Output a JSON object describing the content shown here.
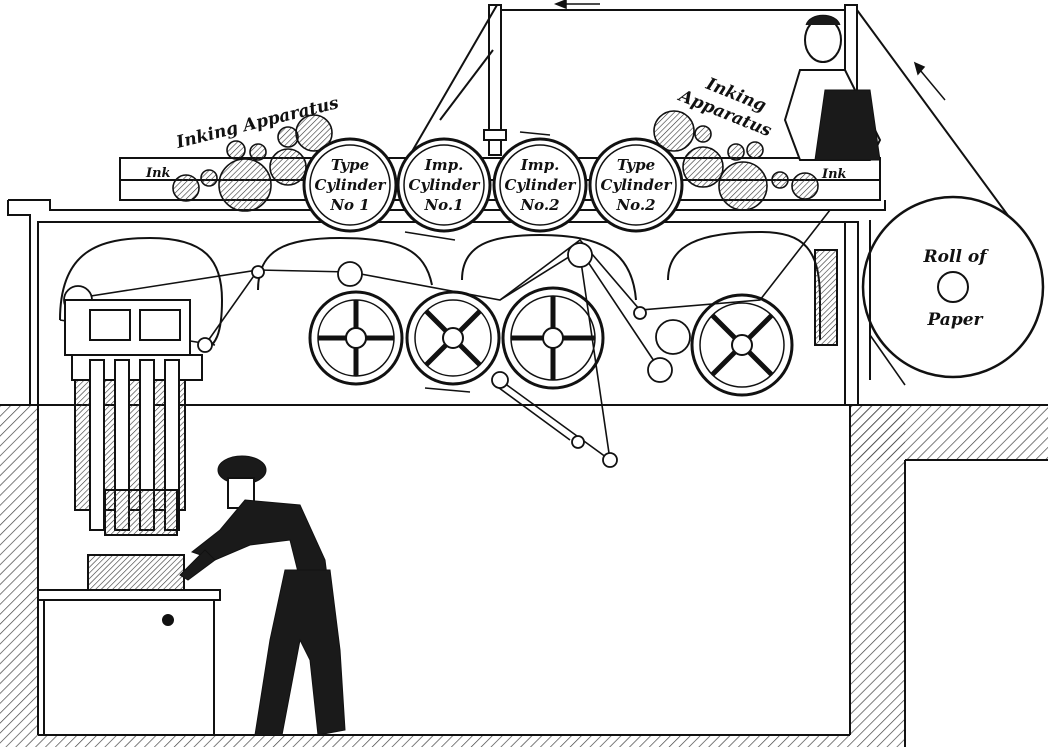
{
  "figure": {
    "subject": "Web perfecting printing press with operators",
    "labels": {
      "inking_left": "Inking Apparatus",
      "inking_right_1": "Inking",
      "inking_right_2": "Apparatus",
      "ink_left": "Ink",
      "ink_right": "Ink",
      "type_cyl_1": [
        "Type",
        "Cylinder",
        "No 1"
      ],
      "imp_cyl_1": [
        "Imp.",
        "Cylinder",
        "No.1"
      ],
      "imp_cyl_2": [
        "Imp.",
        "Cylinder",
        "No.2"
      ],
      "type_cyl_2": [
        "Type",
        "Cylinder",
        "No.2"
      ],
      "roll_of_paper": [
        "Roll of",
        "Paper"
      ]
    }
  },
  "colors": {
    "ink": "#111111",
    "paper": "#ffffff",
    "hatch": "#555555"
  }
}
